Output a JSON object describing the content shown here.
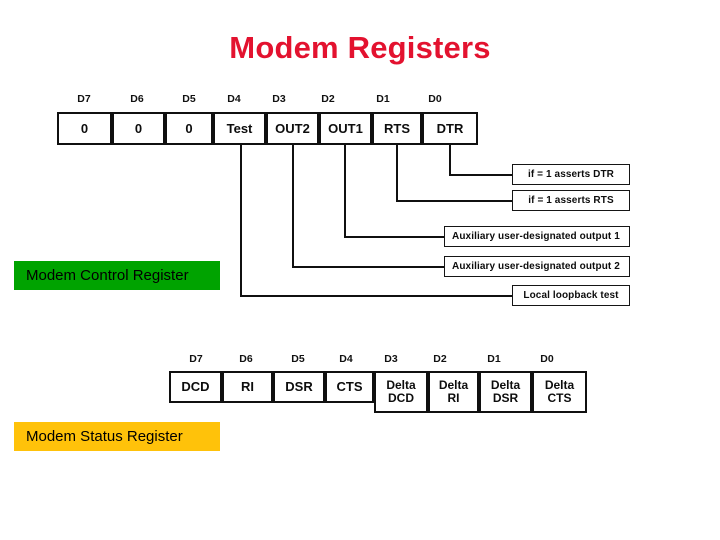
{
  "slide": {
    "title": "Modem Registers",
    "title_color": "#e3122f",
    "background": "#ffffff"
  },
  "modem_control_register": {
    "banner_label": "Modem Control Register",
    "banner_color": "#00a300",
    "bit_labels": [
      "D7",
      "D6",
      "D5",
      "D4",
      "D3",
      "D2",
      "D1",
      "D0"
    ],
    "cells": [
      "0",
      "0",
      "0",
      "Test",
      "OUT2",
      "OUT1",
      "RTS",
      "DTR"
    ],
    "callouts": [
      {
        "bit": "D0",
        "text": "if = 1 asserts DTR"
      },
      {
        "bit": "D1",
        "text": "if = 1 asserts RTS"
      },
      {
        "bit": "D2",
        "text": "Auxiliary user-designated output 1"
      },
      {
        "bit": "D3",
        "text": "Auxiliary user-designated output 2"
      },
      {
        "bit": "D4",
        "text": "Local loopback test"
      }
    ]
  },
  "modem_status_register": {
    "banner_label": "Modem Status Register",
    "banner_color": "#ffc20a",
    "bit_labels": [
      "D7",
      "D6",
      "D5",
      "D4",
      "D3",
      "D2",
      "D1",
      "D0"
    ],
    "cells": [
      "DCD",
      "RI",
      "DSR",
      "CTS",
      "Delta\nDCD",
      "Delta\nRI",
      "Delta\nDSR",
      "Delta\nCTS"
    ]
  }
}
